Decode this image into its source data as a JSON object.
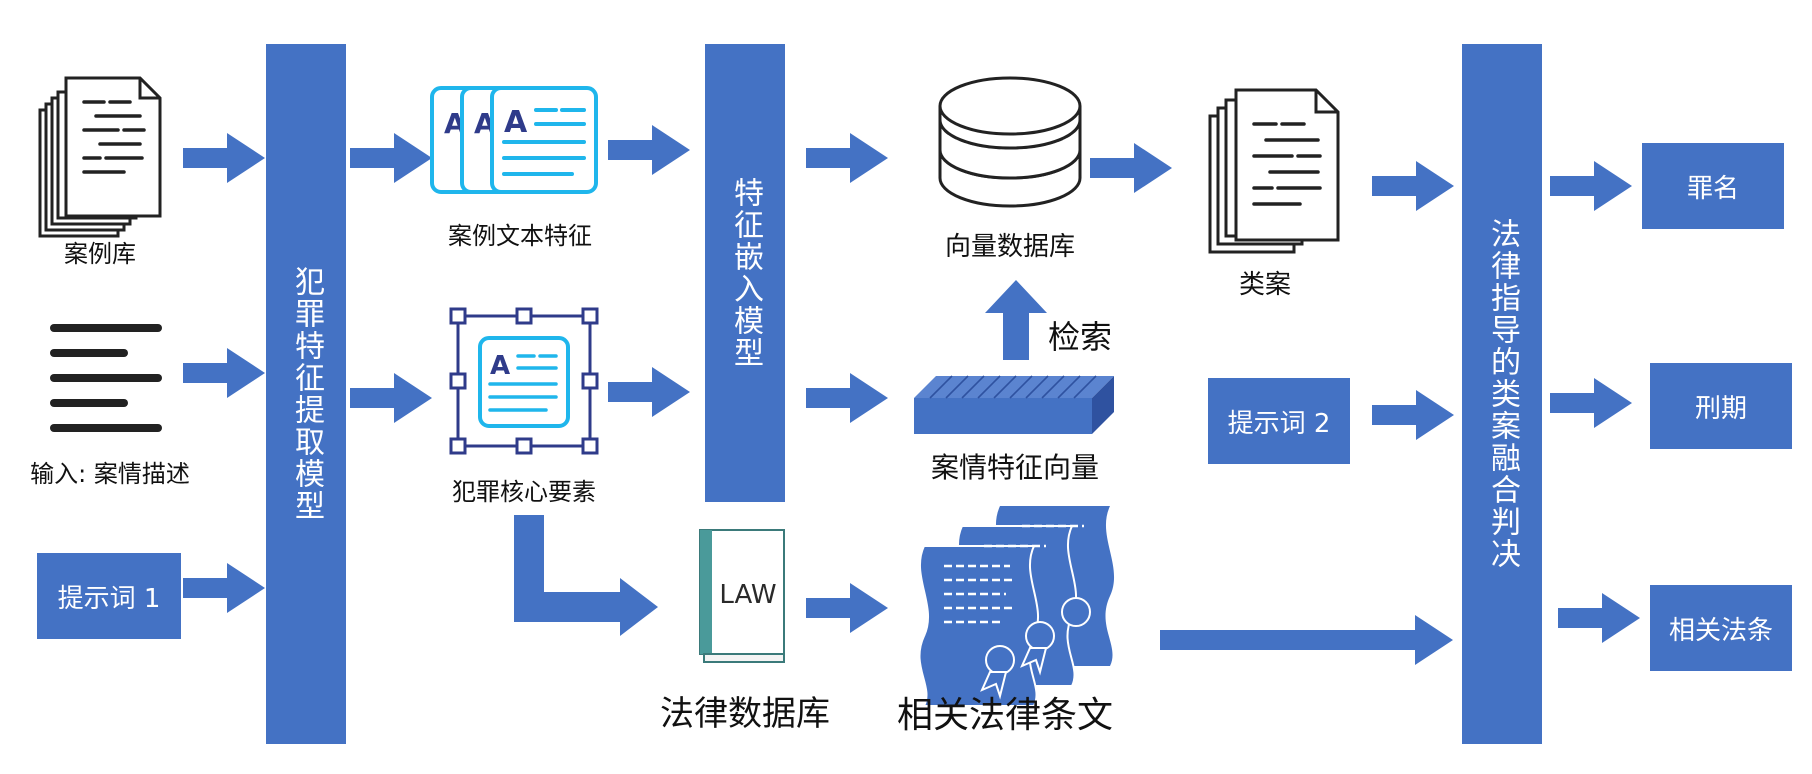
{
  "colors": {
    "accent": "#4472c4",
    "icon_cyan": "#1fb6ec",
    "icon_dark": "#2f3b8a",
    "book_teal": "#4a9a9a"
  },
  "inputs": {
    "case_library": "案例库",
    "input_case": "输入: 案情描述",
    "prompt1": "提示词 1"
  },
  "models": {
    "extract": "犯罪特征提取模型",
    "embed": "特征嵌入模型",
    "fusion": "法律指导的类案融合判决"
  },
  "features": {
    "text": "案例文本特征",
    "core": "犯罪核心要素"
  },
  "law_db": {
    "icon_text": "LAW",
    "label": "法律数据库"
  },
  "vector": {
    "db": "向量数据库",
    "retrieve": "检索",
    "feature_vec": "案情特征向量",
    "related_law": "相关法律条文"
  },
  "similar": {
    "label": "类案",
    "prompt2": "提示词 2"
  },
  "outputs": {
    "charge": "罪名",
    "sentence": "刑期",
    "articles": "相关法条"
  },
  "icons": [
    "document-stack-icon",
    "text-lines-icon",
    "text-feature-cards-icon",
    "core-element-frame-icon",
    "law-book-icon",
    "database-disks-icon",
    "feature-vector-slab-icon",
    "legal-scrolls-icon",
    "similar-case-docs-icon"
  ]
}
